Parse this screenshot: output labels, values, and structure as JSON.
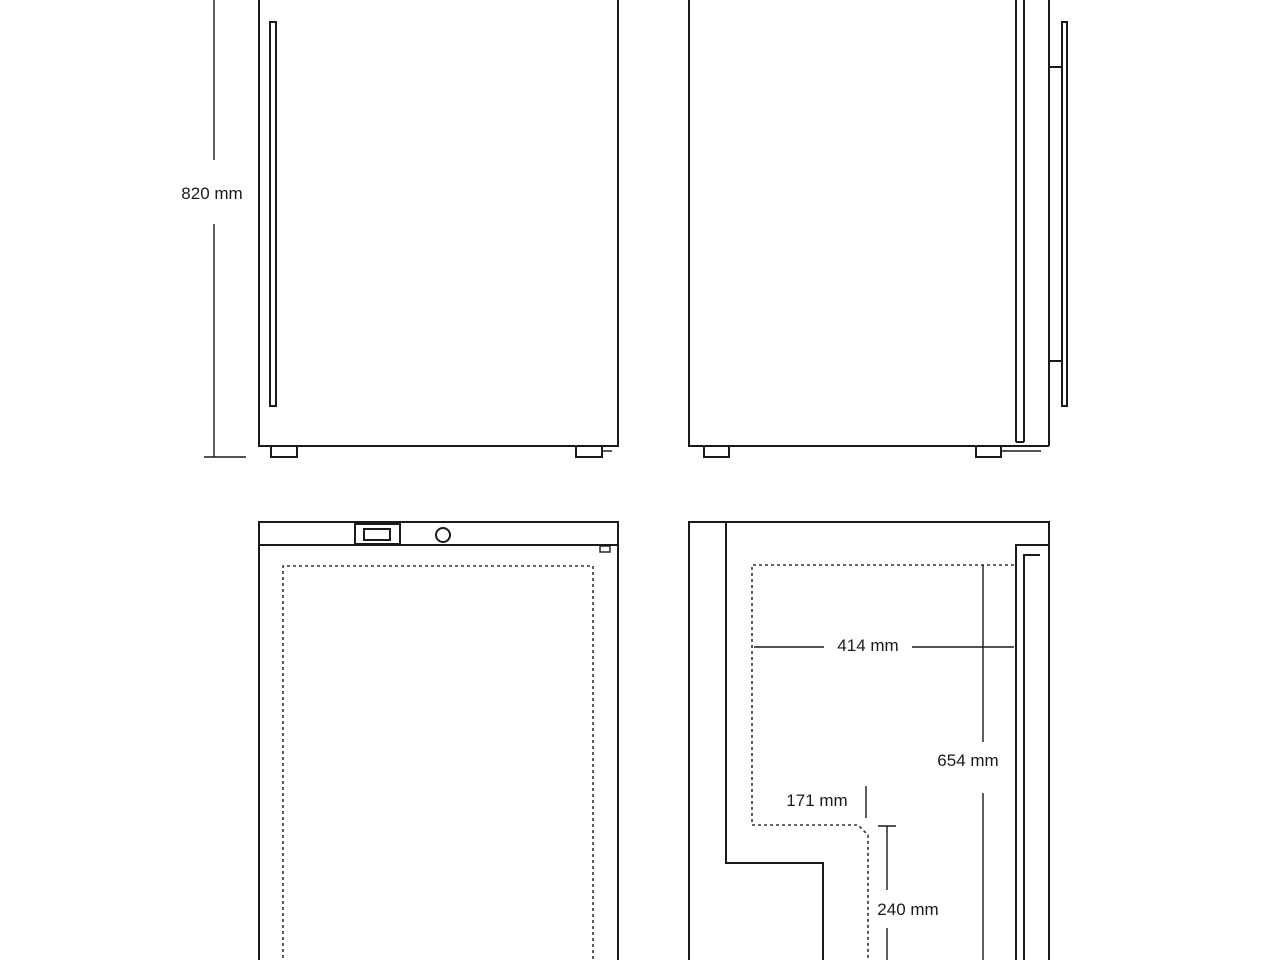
{
  "dimensions": {
    "height_total": "820 mm",
    "inner_width": "414 mm",
    "inner_height": "654 mm",
    "step_depth": "171 mm",
    "step_height": "240 mm"
  }
}
